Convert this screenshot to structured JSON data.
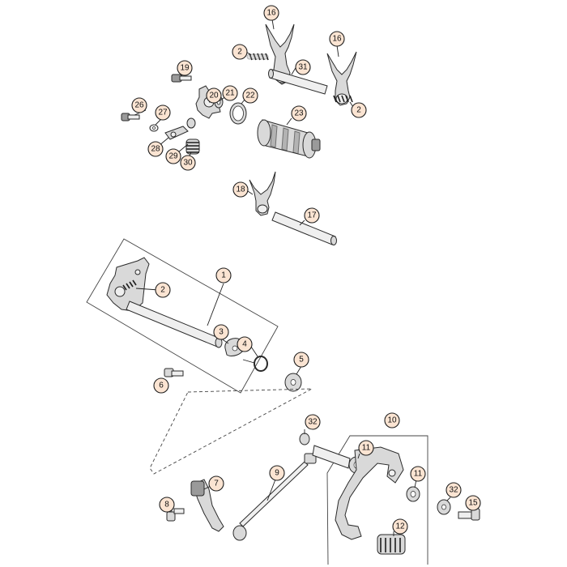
{
  "diagram": {
    "callouts": [
      {
        "id": "c16a",
        "label": "16"
      },
      {
        "id": "c16b",
        "label": "16"
      },
      {
        "id": "c2a",
        "label": "2"
      },
      {
        "id": "c31",
        "label": "31"
      },
      {
        "id": "c2b",
        "label": "2"
      },
      {
        "id": "c19",
        "label": "19"
      },
      {
        "id": "c20",
        "label": "20"
      },
      {
        "id": "c21",
        "label": "21"
      },
      {
        "id": "c22",
        "label": "22"
      },
      {
        "id": "c23",
        "label": "23"
      },
      {
        "id": "c26",
        "label": "26"
      },
      {
        "id": "c27",
        "label": "27"
      },
      {
        "id": "c28",
        "label": "28"
      },
      {
        "id": "c29",
        "label": "29"
      },
      {
        "id": "c30",
        "label": "30"
      },
      {
        "id": "c18",
        "label": "18"
      },
      {
        "id": "c17",
        "label": "17"
      },
      {
        "id": "c1",
        "label": "1"
      },
      {
        "id": "c2c",
        "label": "2"
      },
      {
        "id": "c3",
        "label": "3"
      },
      {
        "id": "c4",
        "label": "4"
      },
      {
        "id": "c5",
        "label": "5"
      },
      {
        "id": "c6",
        "label": "6"
      },
      {
        "id": "c32a",
        "label": "32"
      },
      {
        "id": "c10",
        "label": "10"
      },
      {
        "id": "c11a",
        "label": "11"
      },
      {
        "id": "c9",
        "label": "9"
      },
      {
        "id": "c11b",
        "label": "11"
      },
      {
        "id": "c7",
        "label": "7"
      },
      {
        "id": "c32b",
        "label": "32"
      },
      {
        "id": "c15",
        "label": "15"
      },
      {
        "id": "c8",
        "label": "8"
      },
      {
        "id": "c12",
        "label": "12"
      }
    ]
  }
}
